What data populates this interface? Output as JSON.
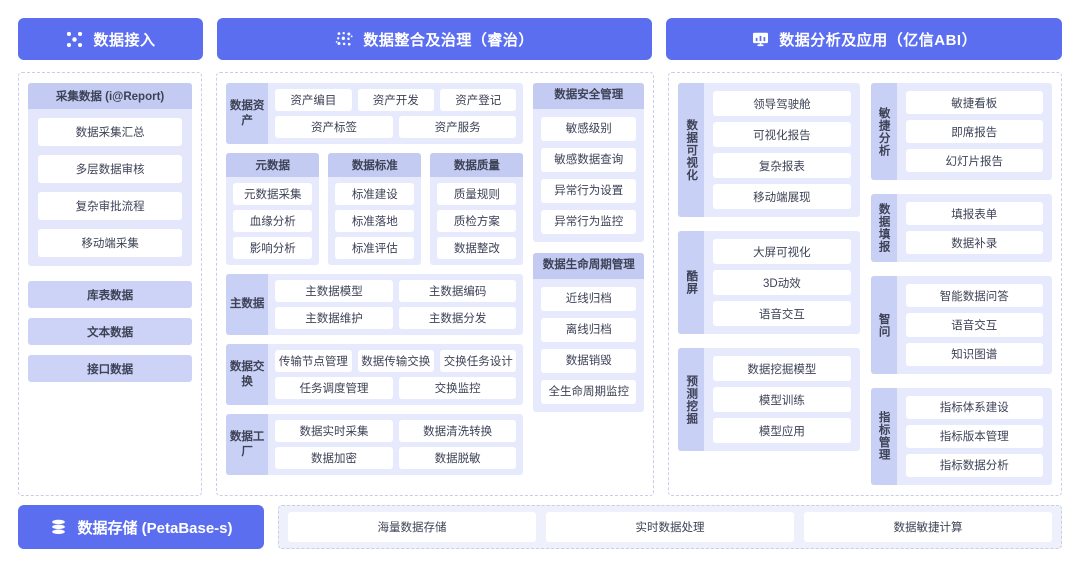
{
  "accent_color": "#5b6ef0",
  "tint_header": "#c3cbf2",
  "tint_group": "#e7eafc",
  "tint_side": "#c9d0f5",
  "text_color": "#3d4256",
  "header": {
    "pills": [
      {
        "label": "数据接入",
        "icon": "nodes-icon"
      },
      {
        "label": "数据整合及治理（睿治）",
        "icon": "dots-grid-icon"
      },
      {
        "label": "数据分析及应用（亿信ABI）",
        "icon": "monitor-chart-icon"
      }
    ]
  },
  "ingest": {
    "collect": {
      "title": "采集数据 (i@Report)",
      "items": [
        "数据采集汇总",
        "多层数据审核",
        "复杂审批流程",
        "移动端采集"
      ]
    },
    "sources": [
      "库表数据",
      "文本数据",
      "接口数据"
    ]
  },
  "govern": {
    "asset": {
      "label": "数据资产",
      "rows": [
        [
          "资产编目",
          "资产开发",
          "资产登记"
        ],
        [
          "资产标签",
          "资产服务"
        ]
      ]
    },
    "triple": [
      {
        "title": "元数据",
        "items": [
          "元数据采集",
          "血缘分析",
          "影响分析"
        ]
      },
      {
        "title": "数据标准",
        "items": [
          "标准建设",
          "标准落地",
          "标准评估"
        ]
      },
      {
        "title": "数据质量",
        "items": [
          "质量规则",
          "质检方案",
          "数据整改"
        ]
      }
    ],
    "master": {
      "label": "主数据",
      "rows": [
        [
          "主数据模型",
          "主数据编码"
        ],
        [
          "主数据维护",
          "主数据分发"
        ]
      ]
    },
    "exchange": {
      "label": "数据交换",
      "rows": [
        [
          "传输节点管理",
          "数据传输交换",
          "交换任务设计"
        ],
        [
          "任务调度管理",
          "交换监控"
        ]
      ]
    },
    "factory": {
      "label": "数据工厂",
      "rows": [
        [
          "数据实时采集",
          "数据清洗转换"
        ],
        [
          "数据加密",
          "数据脱敏"
        ]
      ]
    },
    "security": {
      "title": "数据安全管理",
      "items": [
        "敏感级别",
        "敏感数据查询",
        "异常行为设置",
        "异常行为监控"
      ]
    },
    "lifecycle": {
      "title": "数据生命\n周期管理",
      "title_line1": "数据生命",
      "title_line2": "周期管理",
      "items": [
        "近线归档",
        "离线归档",
        "数据销毁",
        "全生命周期\n监控"
      ],
      "item_last_line1": "全生命周期",
      "item_last_line2": "监控"
    }
  },
  "analyze": {
    "left_groups": [
      {
        "label": "数据可视化",
        "items": [
          "领导驾驶舱",
          "可视化报告",
          "复杂报表",
          "移动端展现"
        ]
      },
      {
        "label": "酷屏",
        "items": [
          "大屏可视化",
          "3D动效",
          "语音交互"
        ]
      },
      {
        "label": "预测挖掘",
        "items": [
          "数据挖掘模型",
          "模型训练",
          "模型应用"
        ]
      }
    ],
    "right_groups": [
      {
        "label": "敏捷分析",
        "items": [
          "敏捷看板",
          "即席报告",
          "幻灯片报告"
        ]
      },
      {
        "label": "数据填报",
        "items": [
          "填报表单",
          "数据补录"
        ]
      },
      {
        "label": "智问",
        "items": [
          "智能数据问答",
          "语音交互",
          "知识图谱"
        ]
      },
      {
        "label": "指标管理",
        "items": [
          "指标体系建设",
          "指标版本管理",
          "指标数据分析"
        ]
      }
    ]
  },
  "storage": {
    "pill_label": "数据存储 (PetaBase-s)",
    "pill_icon": "database-icon",
    "items": [
      "海量数据存储",
      "实时数据处理",
      "数据敏捷计算"
    ]
  }
}
